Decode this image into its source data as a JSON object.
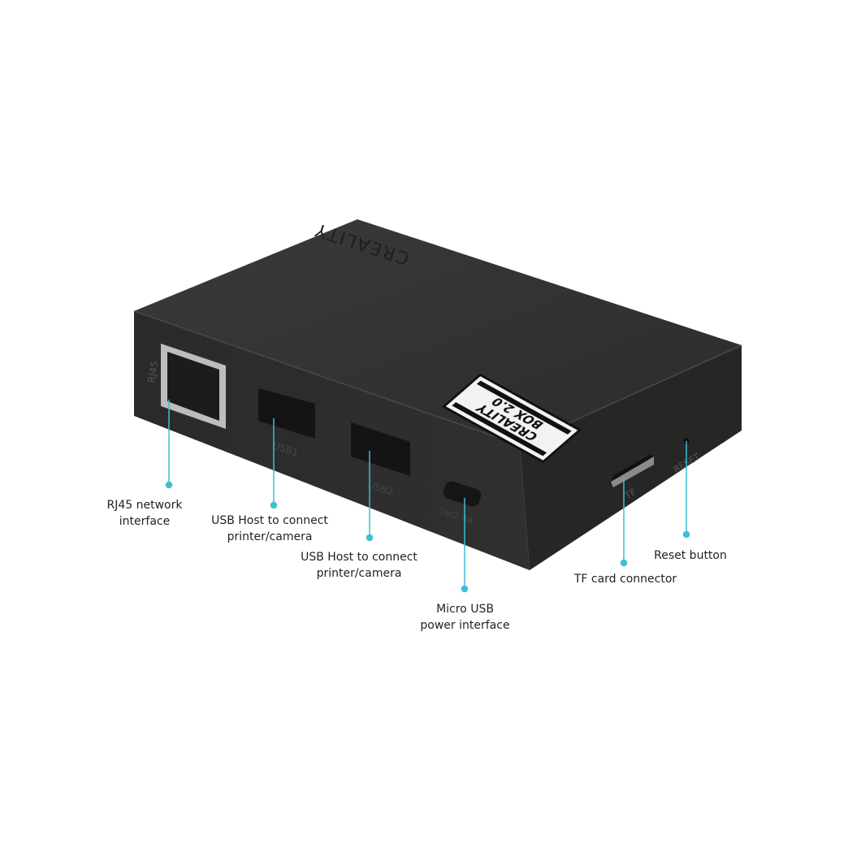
{
  "device": {
    "brand_logo": "CREALITY",
    "sticker_line1": "CREALITY",
    "sticker_line2": "BOX  2.0",
    "port_labels": {
      "rj45": "RJ45",
      "usb1": "USB1",
      "usb2": "USB2",
      "power": "5V/2.4A",
      "tf": "TF",
      "reset": "RESET"
    },
    "colors": {
      "body": "#2f2f2f",
      "callout_line": "#3fbfd0"
    }
  },
  "callouts": [
    {
      "line1": "RJ45 network",
      "line2": "interface"
    },
    {
      "line1": "USB Host to connect",
      "line2": "printer/camera"
    },
    {
      "line1": "USB Host to connect",
      "line2": "printer/camera"
    },
    {
      "line1": "Micro USB",
      "line2": "power interface"
    },
    {
      "line1": "TF card connector",
      "line2": ""
    },
    {
      "line1": "Reset button",
      "line2": ""
    }
  ]
}
